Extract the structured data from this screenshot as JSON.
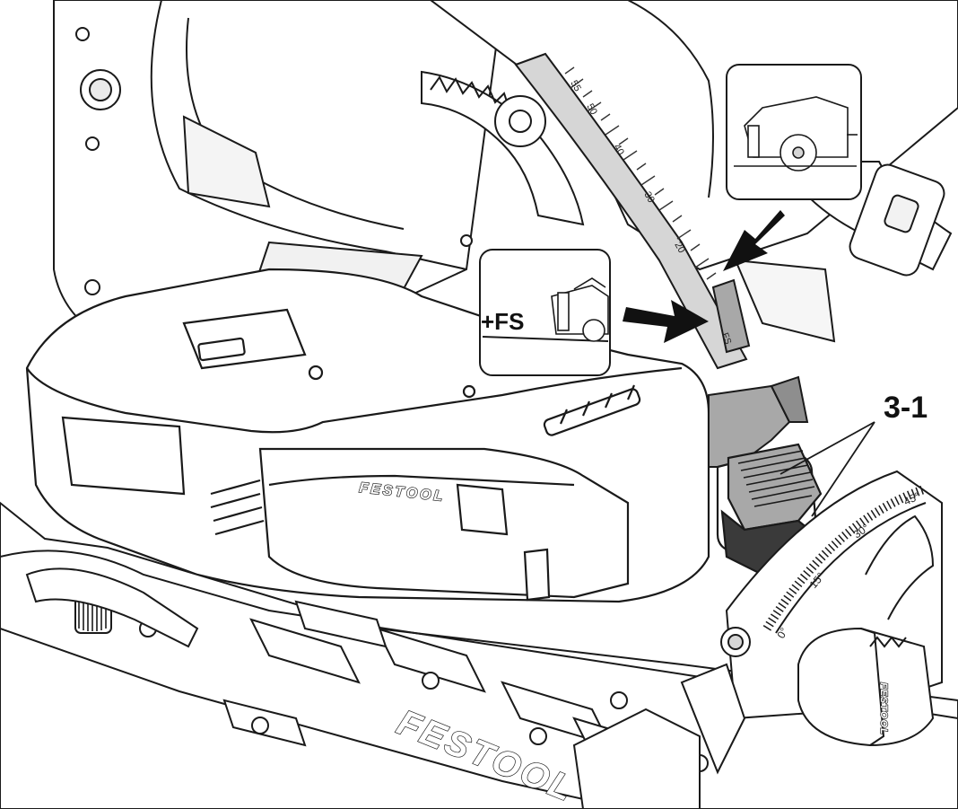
{
  "callouts": {
    "part_number": "3-1",
    "fs_label": "+FS"
  },
  "brand": {
    "wordmark_motor": "FESTOOL",
    "wordmark_base": "FESTOOL",
    "wordmark_knob": "FESTOOL"
  },
  "bevel_scale": {
    "marks": [
      "45°",
      "30°",
      "15°",
      "0°"
    ]
  },
  "depth_scale": {
    "marks": [
      "55",
      "50",
      "40",
      "30",
      "20"
    ],
    "fs_mark": "FS"
  },
  "colors": {
    "line": "#1a1a1a",
    "body": "#ffffff",
    "shade_light": "#d6d6d6",
    "shade_mid": "#a8a8a8",
    "shade_dark": "#3a3a3a",
    "arrow": "#111111"
  }
}
